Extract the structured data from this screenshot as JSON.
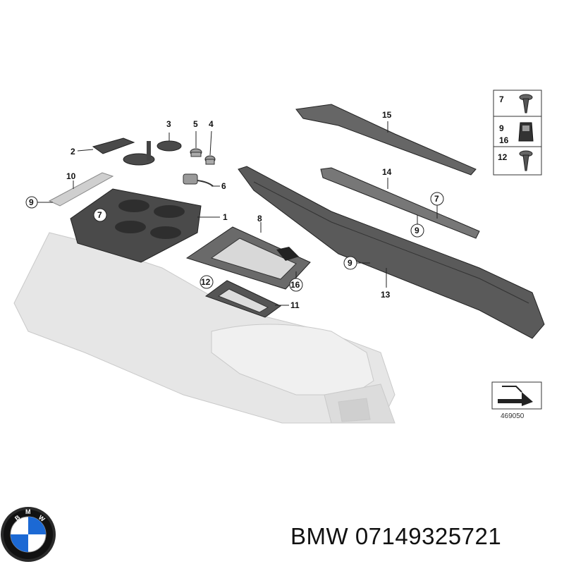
{
  "diagram": {
    "callouts": {
      "c1": "1",
      "c2": "2",
      "c3": "3",
      "c4": "4",
      "c5": "5",
      "c6": "6",
      "c7a": "7",
      "c7b": "7",
      "c8": "8",
      "c9a": "9",
      "c9b": "9",
      "c9c": "9",
      "c10": "10",
      "c11": "11",
      "c12": "12",
      "c13": "13",
      "c14": "14",
      "c15": "15",
      "c16": "16"
    },
    "legend": {
      "item_7": "7",
      "item_9": "9",
      "item_16": "16",
      "item_12": "12"
    },
    "reference_number": "469050"
  },
  "footer": {
    "text": "BMW 07149325721"
  },
  "colors": {
    "part_dark": "#4a4a4a",
    "part_light": "#9a9a9a",
    "ghost_console": "#e6e6e6",
    "logo_blue": "#1c69d4"
  },
  "icons": {
    "logo": "bmw-roundel-logo",
    "legend_screw": "screw-icon",
    "legend_clip": "clip-icon",
    "legend_bolt": "bolt-icon",
    "view_arrow": "view-direction-icon"
  }
}
